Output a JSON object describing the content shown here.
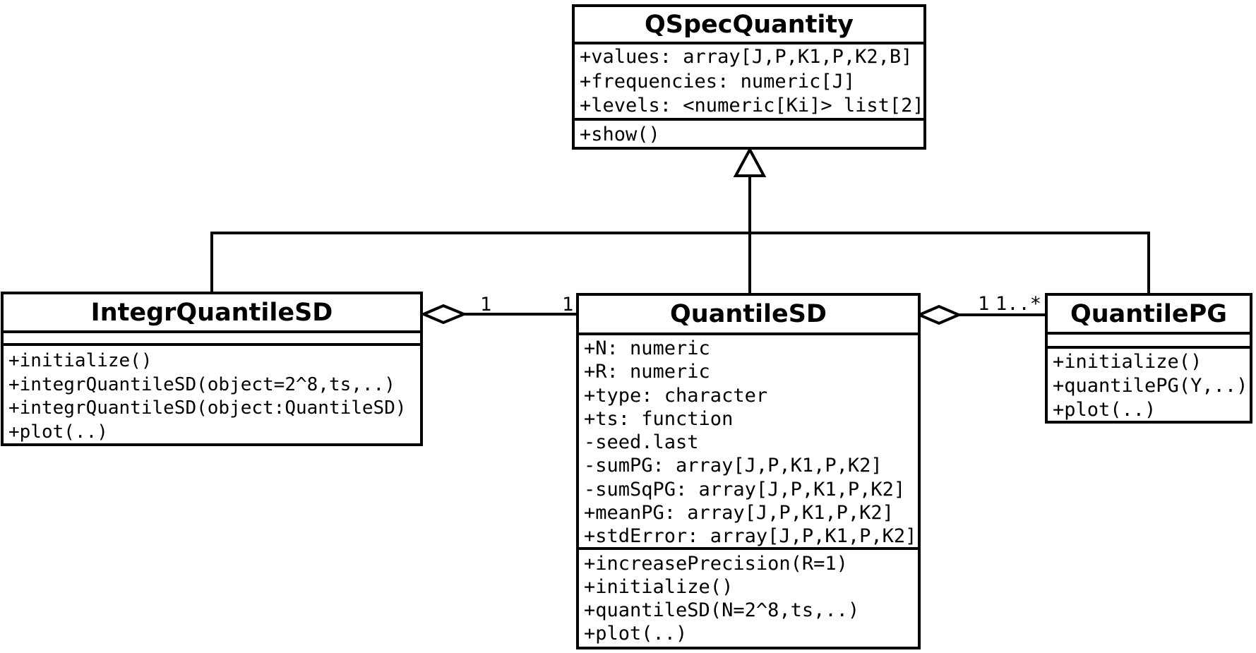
{
  "colors": {
    "line": "#000000",
    "background": "#ffffff",
    "text": "#000000"
  },
  "classes": {
    "qspec_quantity": {
      "title": "QSpecQuantity",
      "attributes": [
        "+values: array[J,P,K1,P,K2,B]",
        "+frequencies: numeric[J]",
        "+levels: <numeric[Ki]> list[2]"
      ],
      "methods": [
        "+show()"
      ]
    },
    "integr_quantile_sd": {
      "title": "IntegrQuantileSD",
      "attributes": [],
      "methods": [
        "+initialize()",
        "+integrQuantileSD(object=2^8,ts,..)",
        "+integrQuantileSD(object:QuantileSD)",
        "+plot(..)"
      ]
    },
    "quantile_sd": {
      "title": "QuantileSD",
      "attributes": [
        "+N: numeric",
        "+R: numeric",
        "+type: character",
        "+ts: function",
        "-seed.last",
        "-sumPG: array[J,P,K1,P,K2]",
        "-sumSqPG: array[J,P,K1,P,K2]",
        "+meanPG: array[J,P,K1,P,K2]",
        "+stdError: array[J,P,K1,P,K2]"
      ],
      "methods": [
        "+increasePrecision(R=1)",
        "+initialize()",
        "+quantileSD(N=2^8,ts,..)",
        "+plot(..)"
      ]
    },
    "quantile_pg": {
      "title": "QuantilePG",
      "attributes": [],
      "methods": [
        "+initialize()",
        "+quantilePG(Y,..)",
        "+plot(..)"
      ]
    }
  },
  "relationships": {
    "generalization": {
      "parent": "QSpecQuantity",
      "children": [
        "IntegrQuantileSD",
        "QuantileSD",
        "QuantilePG"
      ]
    },
    "aggregation_left": {
      "whole": "IntegrQuantileSD",
      "part": "QuantileSD",
      "multiplicity_whole": "1",
      "multiplicity_part": "1"
    },
    "aggregation_right": {
      "whole": "QuantileSD",
      "part": "QuantilePG",
      "multiplicity_whole": "1",
      "multiplicity_part": "1..*"
    }
  }
}
